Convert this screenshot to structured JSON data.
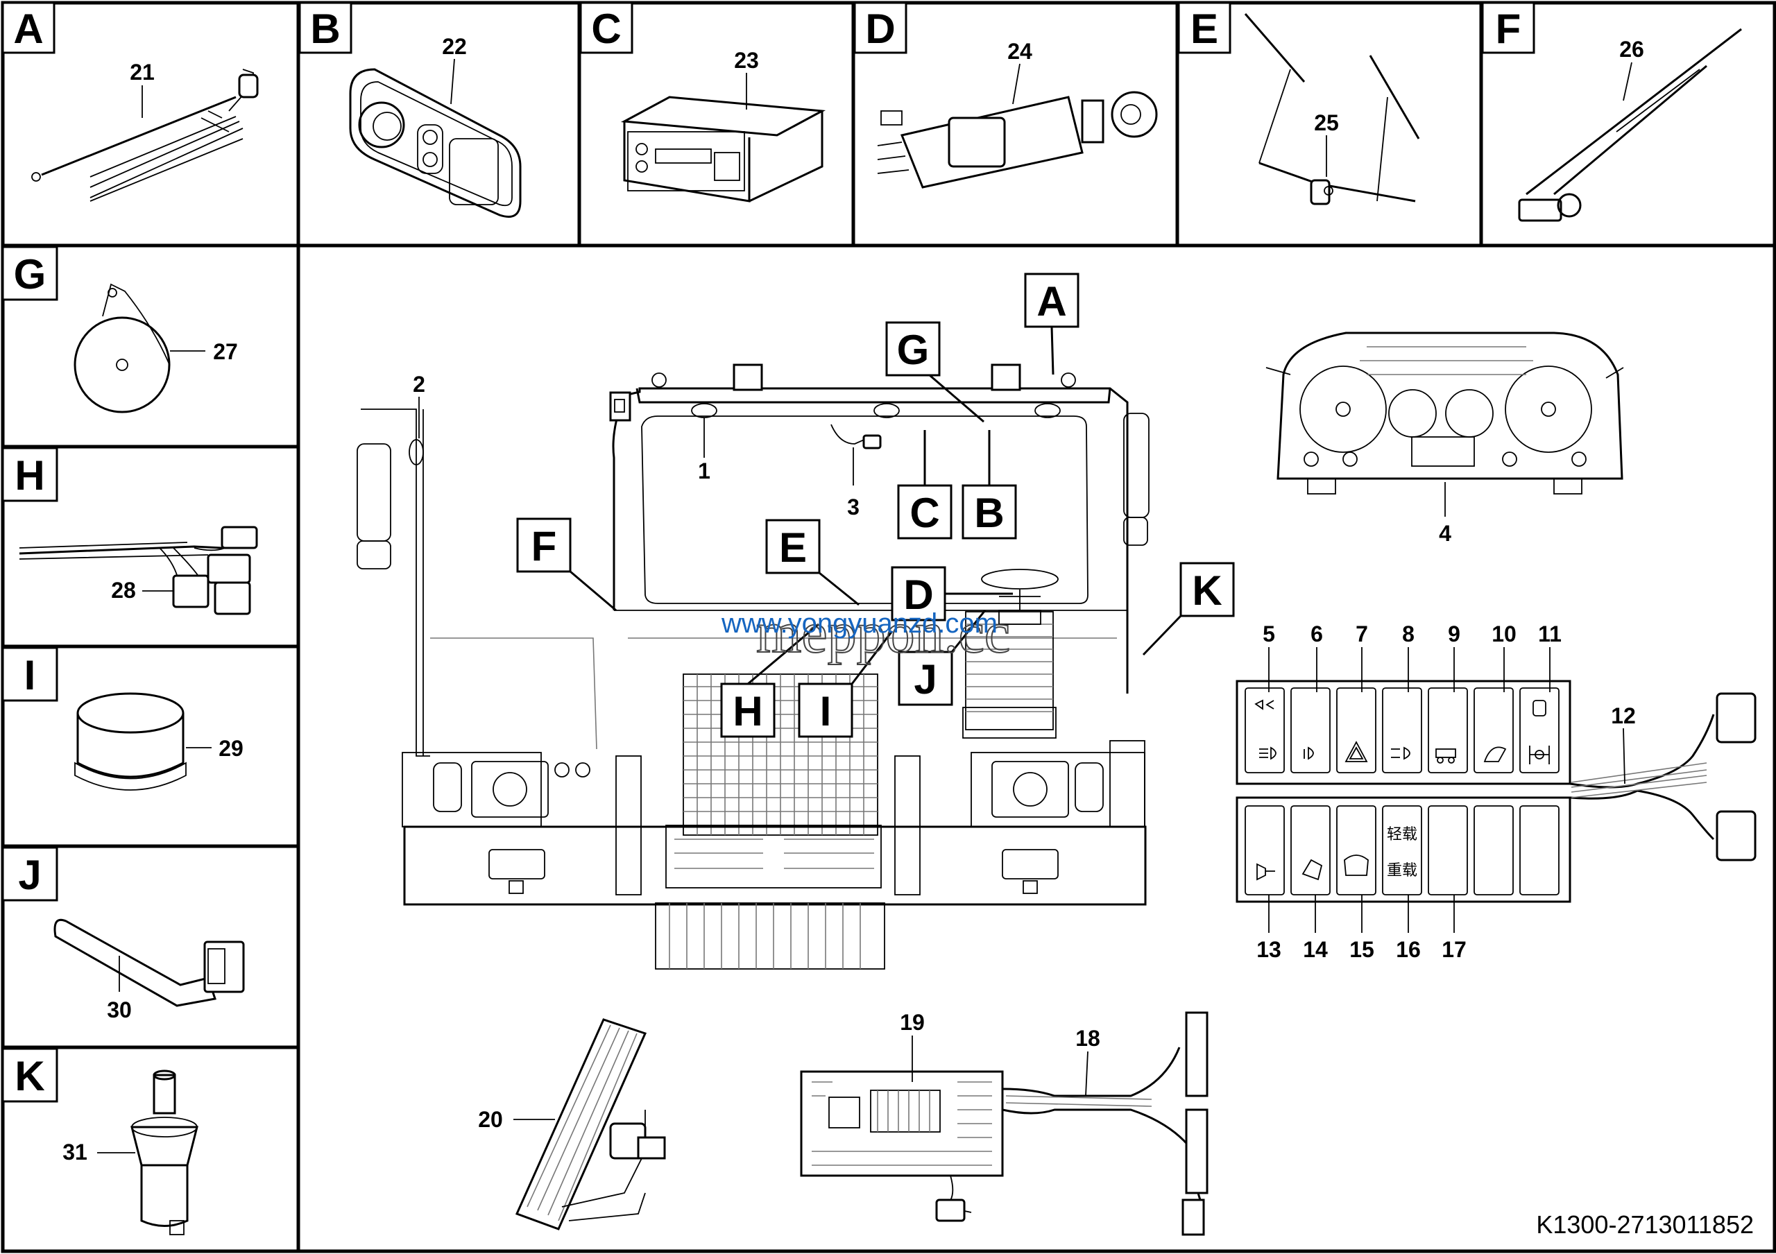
{
  "diagram": {
    "panel_letters": [
      "A",
      "B",
      "C",
      "D",
      "E",
      "F",
      "G",
      "H",
      "I",
      "J",
      "K"
    ],
    "callout_letters": [
      "A",
      "B",
      "C",
      "D",
      "E",
      "F",
      "G",
      "H",
      "I",
      "J",
      "K"
    ],
    "part_numbers": [
      "1",
      "2",
      "3",
      "4",
      "5",
      "6",
      "7",
      "8",
      "9",
      "10",
      "11",
      "12",
      "13",
      "14",
      "15",
      "16",
      "17",
      "18",
      "19",
      "20",
      "21",
      "22",
      "23",
      "24",
      "25",
      "26",
      "27",
      "28",
      "29",
      "30",
      "31"
    ],
    "switch_text": {
      "light_load": "轻载",
      "heavy_load": "重载"
    },
    "watermark": {
      "url": "www.yongyuanzd.com",
      "brand": "meppon.cc"
    },
    "drawing_code": "K1300-2713011852"
  }
}
